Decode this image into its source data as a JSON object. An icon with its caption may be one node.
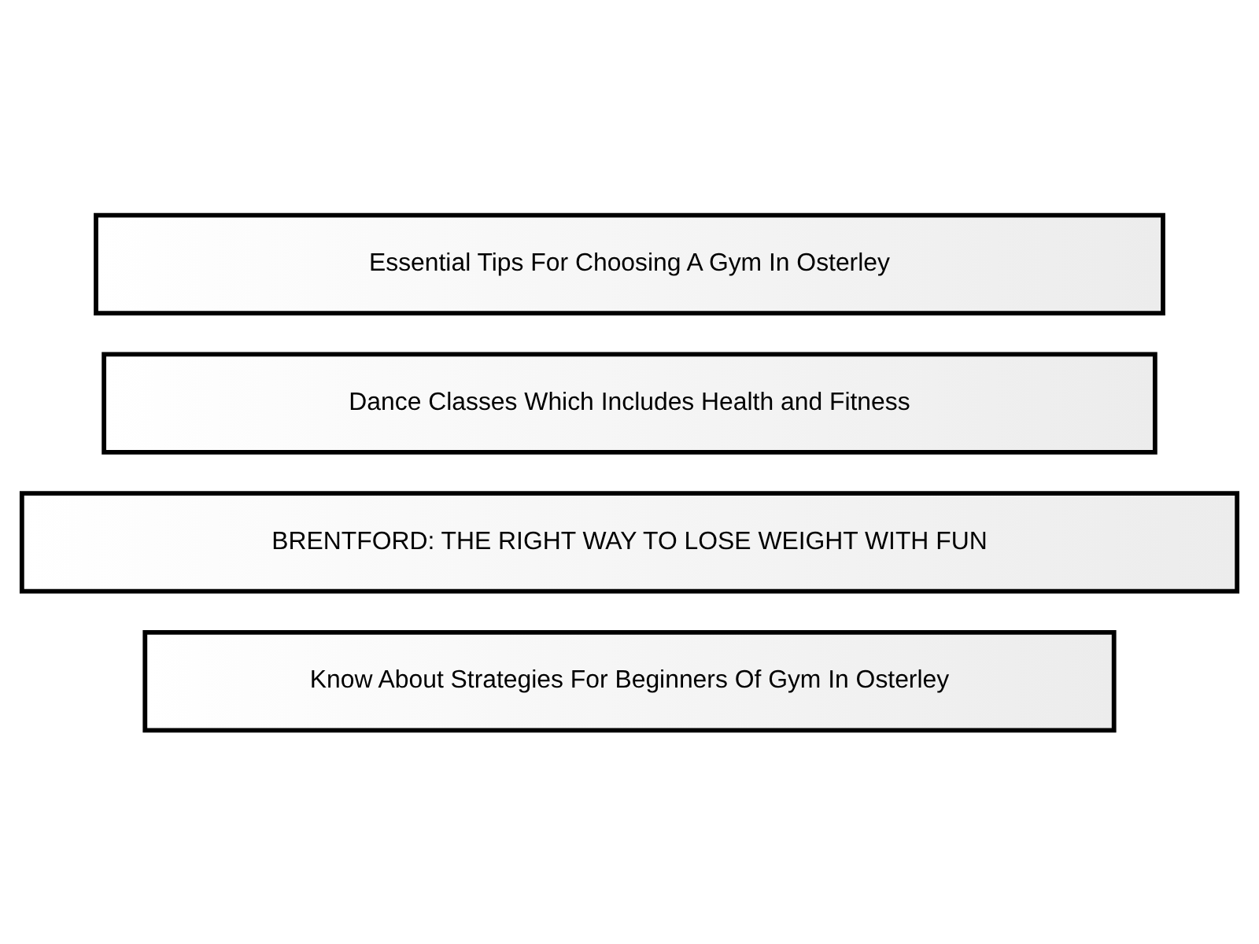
{
  "diagram": {
    "nodes": [
      {
        "text": [
          "Know About Strategies For Beginners Of Gym In Osterley"
        ]
      },
      {
        "text": [
          "BRENTFORD: THE RIGHT WAY TO LOSE WEIGHT WITH FUN"
        ]
      },
      {
        "text": [
          "Dance Classes Which Includes Health and Fitness"
        ]
      },
      {
        "text": [
          "Essential Tips For Choosing A Gym In Osterley"
        ]
      }
    ]
  }
}
